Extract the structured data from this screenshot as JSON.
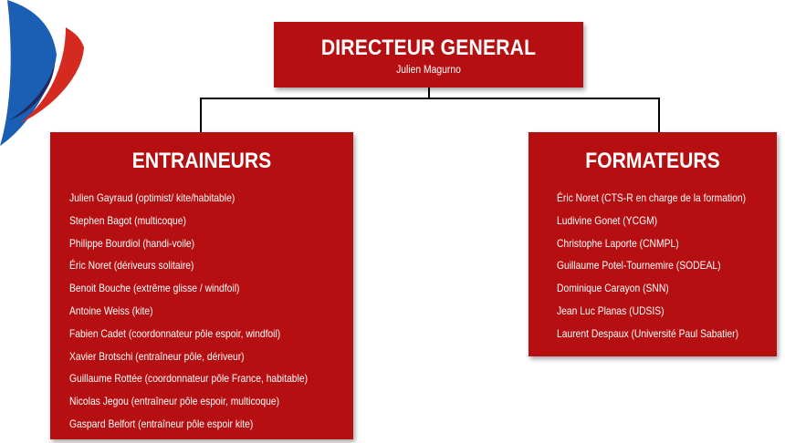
{
  "colors": {
    "box": "#b50f12",
    "text": "#ffffff",
    "logo_blue": "#1a5fb4",
    "logo_red": "#d42a20",
    "logo_navy": "#1f2a5e"
  },
  "director": {
    "title": "DIRECTEUR GENERAL",
    "name": "Julien Magurno"
  },
  "entraineurs": {
    "title": "ENTRAINEURS",
    "members": [
      "Julien Gayraud (optimist/ kite/habitable)",
      "Stephen Bagot (multicoque)",
      "Philippe Bourdiol (handi-voile)",
      "Éric Noret (dériveurs solitaire)",
      "Benoit Bouche (extrême glisse / windfoil)",
      "Antoine Weiss (kite)",
      "Fabien Cadet (coordonnateur pôle espoir, windfoil)",
      "Xavier Brotschi (entraîneur pôle, dériveur)",
      "Guillaume Rottée (coordonnateur pôle France, habitable)",
      "Nicolas Jegou (entraîneur pôle espoir, multicoque)",
      "Gaspard Belfort (entraîneur pôle espoir kite)"
    ]
  },
  "formateurs": {
    "title": "FORMATEURS",
    "members": [
      "Éric Noret (CTS-R en charge de la formation)",
      "Ludivine Gonet (YCGM)",
      "Christophe Laporte (CNMPL)",
      "Guillaume Potel-Tournemire (SODEAL)",
      "Dominique Carayon (SNN)",
      "Jean Luc Planas (UDSIS)",
      "Laurent Despaux (Université Paul Sabatier)"
    ]
  }
}
